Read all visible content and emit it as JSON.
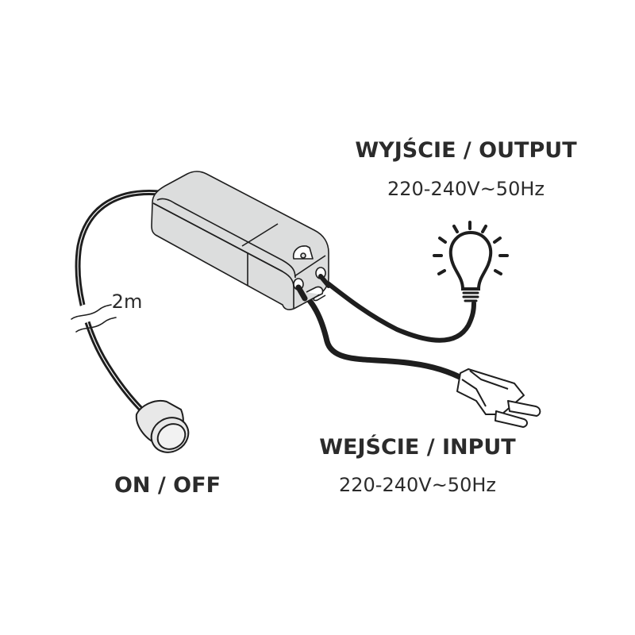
{
  "output": {
    "title": "WYJŚCIE / OUTPUT",
    "spec": "220-240V~50Hz"
  },
  "input": {
    "title": "WEJŚCIE / INPUT",
    "spec": "220-240V~50Hz"
  },
  "switch": {
    "label": "ON / OFF",
    "cable_length": "2m"
  },
  "colors": {
    "housing": "#dcdddd",
    "line": "#1e1e1e",
    "text": "#2b2b2b"
  }
}
